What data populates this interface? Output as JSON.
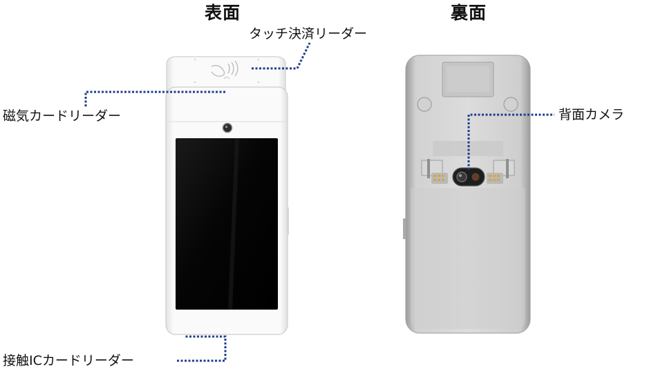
{
  "headings": {
    "front": "表面",
    "back": "裏面"
  },
  "callouts": {
    "contactless_reader": "タッチ決済リーダー",
    "magstripe_reader": "磁気カードリーダー",
    "chip_reader": "接触ICカードリーダー",
    "rear_camera": "背面カメラ"
  },
  "colors": {
    "leader_line": "#1f3c8c",
    "device_front_body": "#f4f4f4",
    "device_back_body": "#c9c9c9",
    "screen": "#0a0a0a"
  }
}
